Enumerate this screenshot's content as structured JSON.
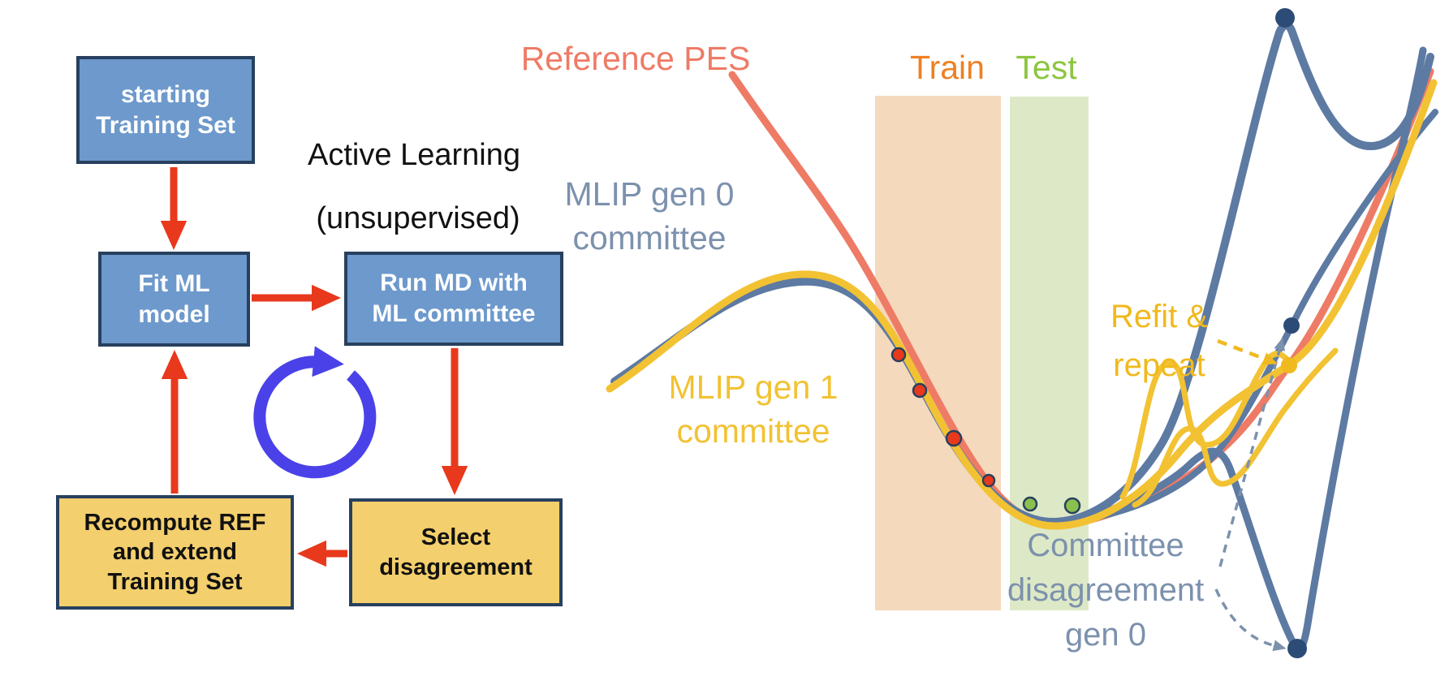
{
  "title": {
    "line1": "Active Learning",
    "line2": "(unsupervised)"
  },
  "flowchart": {
    "starting_box": "starting\nTraining Set",
    "fit_box": "Fit ML\nmodel",
    "run_md_box": "Run MD with\nML committee",
    "recompute_box": "Recompute REF\nand extend\nTraining Set",
    "select_box": "Select\ndisagreement"
  },
  "plot": {
    "reference_label": "Reference PES",
    "train_label": "Train",
    "test_label": "Test",
    "gen0_label": "MLIP gen 0\ncommittee",
    "gen1_label": "MLIP gen 1\ncommittee",
    "refit_label": "Refit &\nrepeat",
    "disagreement_label": "Committee\ndisagreement\ngen 0",
    "points": {
      "train_samples": [
        [
          1107,
          437,
          8
        ],
        [
          1133,
          481,
          8
        ],
        [
          1175,
          540,
          9
        ],
        [
          1218,
          592,
          7
        ]
      ],
      "test_samples": [
        [
          1269,
          621,
          8
        ],
        [
          1321,
          623,
          9
        ]
      ],
      "disagreement_extrema": [
        [
          1583,
          22,
          12
        ],
        [
          1591,
          401,
          10
        ],
        [
          1598,
          799,
          12
        ]
      ],
      "refit_point": [
        [
          1588,
          450,
          10
        ]
      ]
    }
  },
  "colors": {
    "blue_box_fill": "#6d99cc",
    "yellow_box_fill": "#f3cf6d",
    "box_border": "#27405e",
    "red_arrow": "#e8391d",
    "loop_blue": "#4a42e8",
    "salmon_curve": "#ee7b66",
    "gen0_blue_curve": "#5d7aa2",
    "gen1_yellow_curve": "#f2c233",
    "train_band": "#f5d9bd",
    "test_band": "#dde9c6",
    "train_label_color": "#ee8023",
    "test_label_color": "#8cc63f",
    "slate_label_color": "#7c91ad",
    "refit_label_color": "#f0b91d",
    "red_dot": "#e8391d",
    "green_dot": "#8bbf4e",
    "navy_dot": "#2c4b76",
    "refit_dot": "#f0b91d"
  }
}
